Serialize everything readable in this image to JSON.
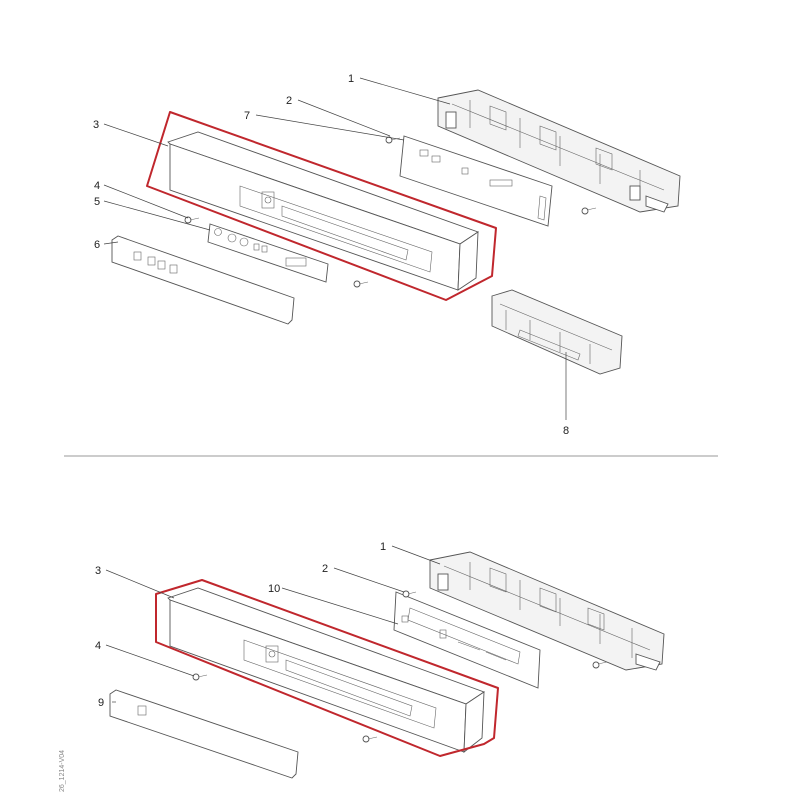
{
  "diagram": {
    "top_view": {
      "callouts": [
        "1",
        "2",
        "3",
        "4",
        "5",
        "6",
        "7",
        "8"
      ]
    },
    "bottom_view": {
      "callouts": [
        "1",
        "2",
        "3",
        "4",
        "9",
        "10"
      ]
    },
    "side_code": "26_1214-V04",
    "colors": {
      "highlight": "#c0272d",
      "line": "#555555",
      "separator": "#9a9a9a"
    }
  }
}
